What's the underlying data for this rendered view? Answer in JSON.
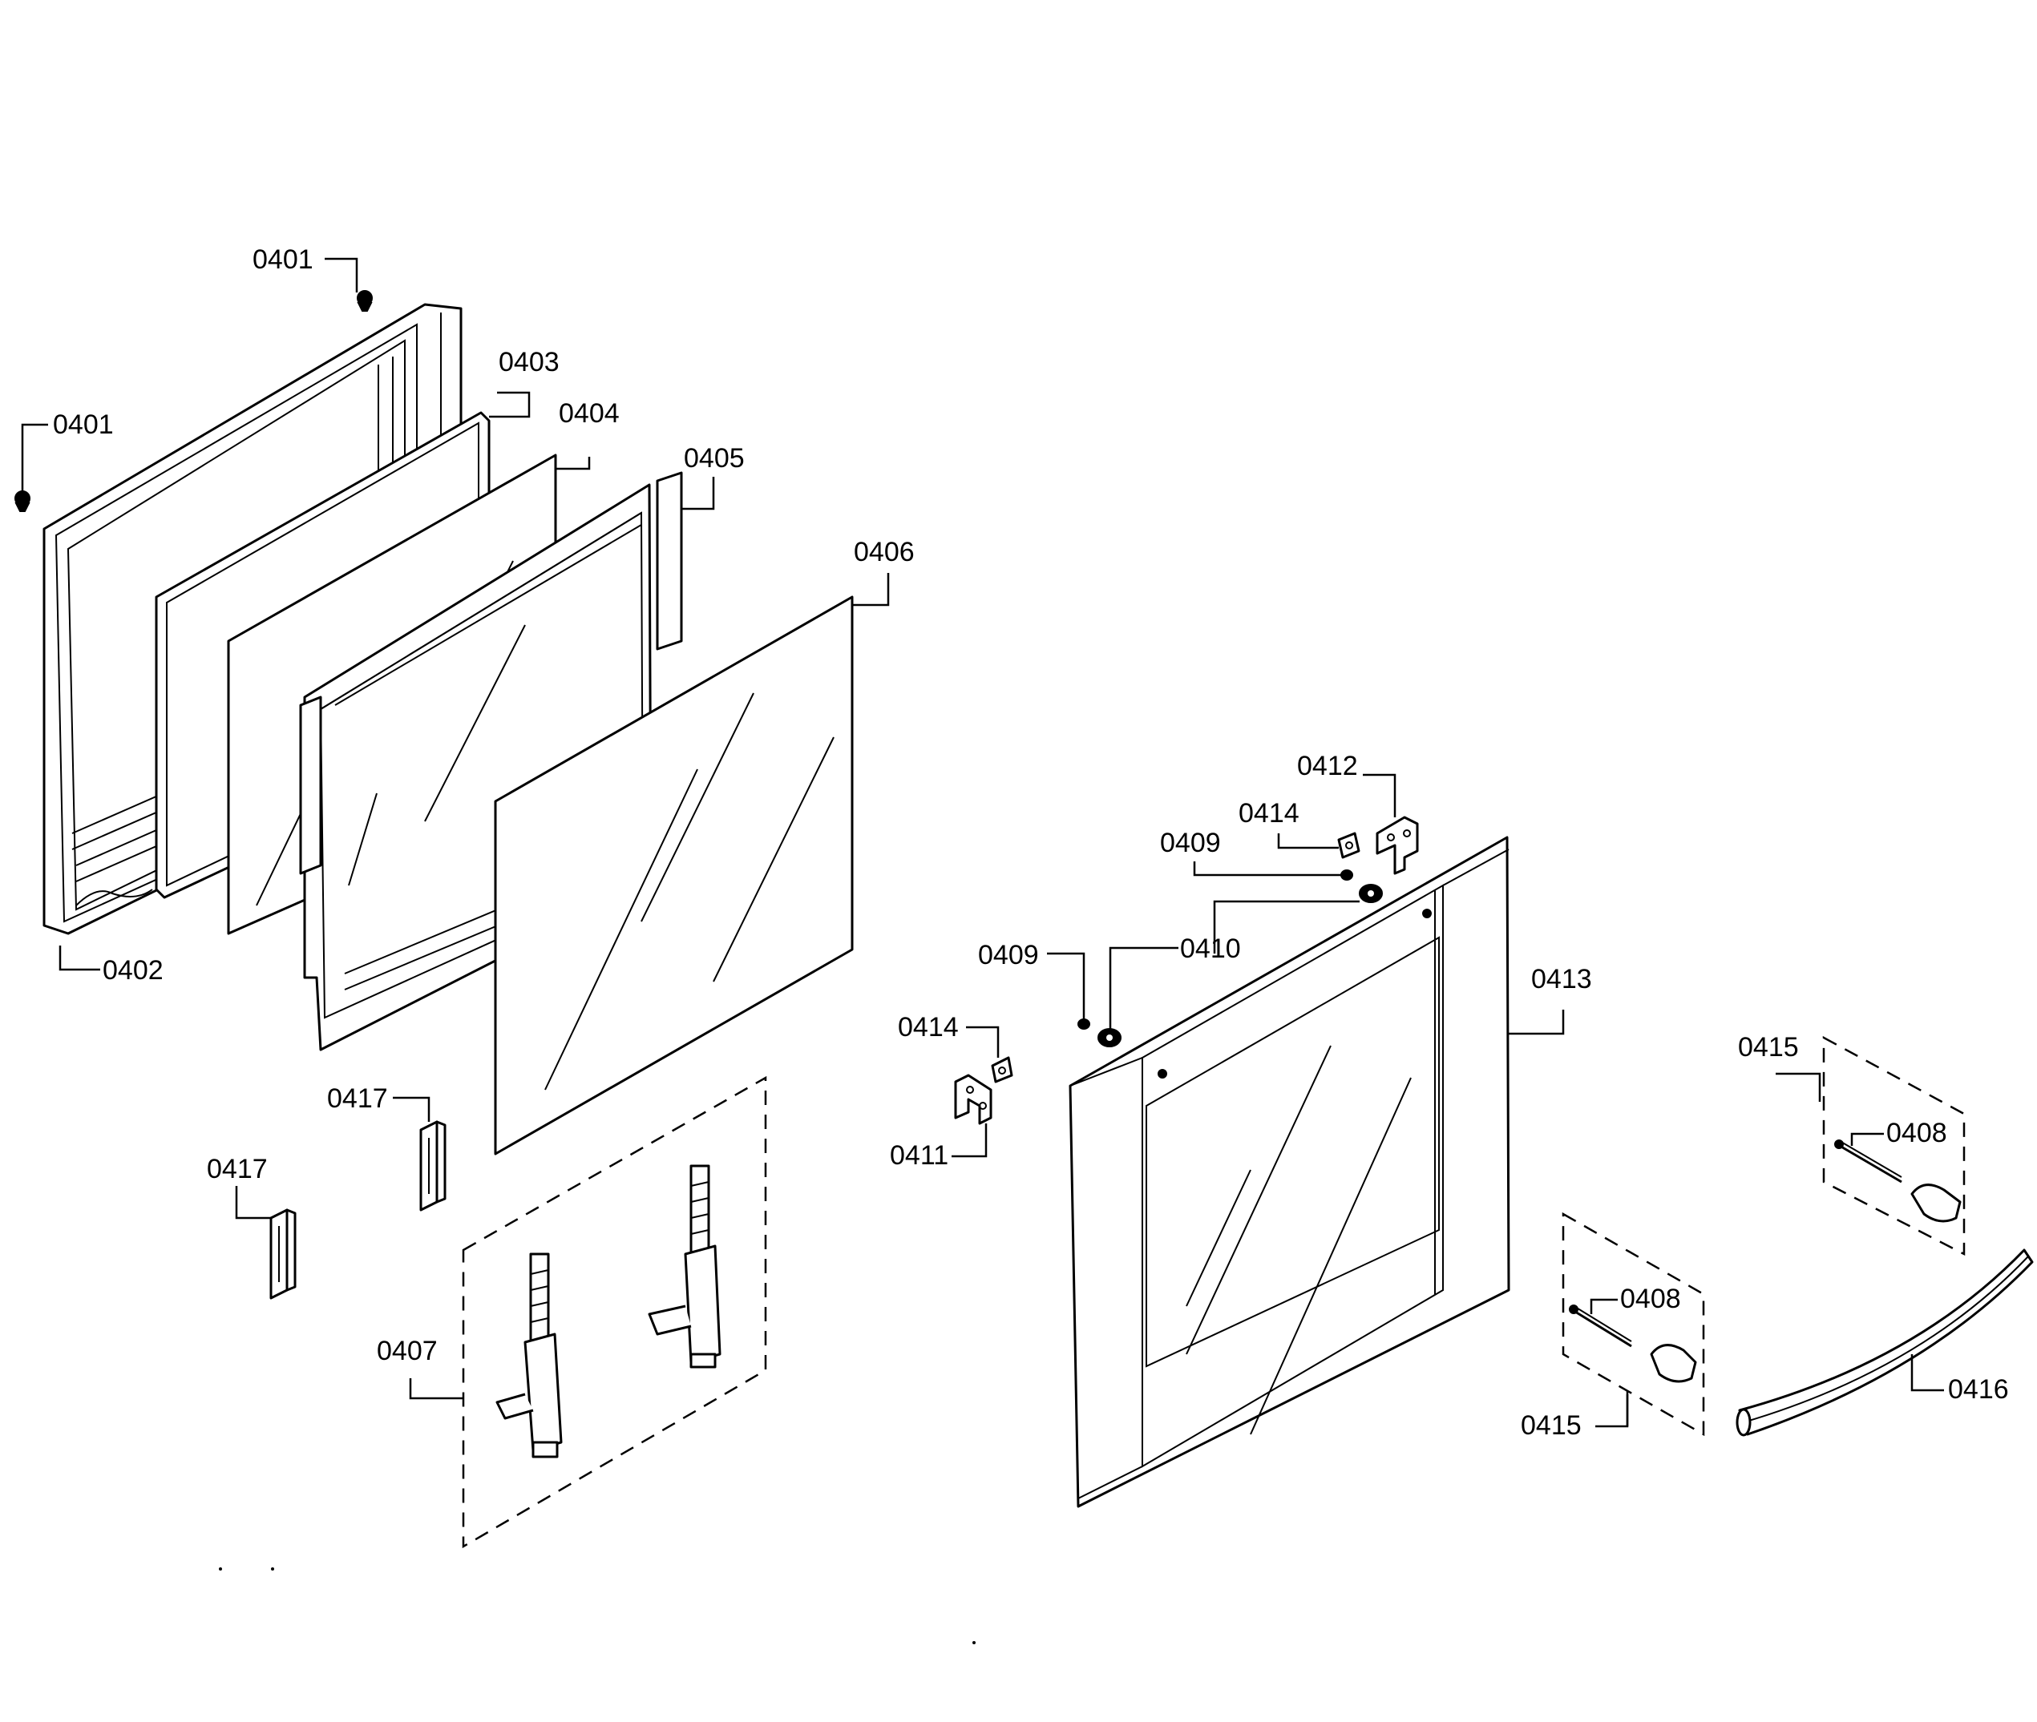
{
  "callouts": {
    "a01": "0401",
    "b01": "0401",
    "c02": "0402",
    "c03": "0403",
    "c04": "0404",
    "c05": "0405",
    "c06": "0406",
    "c07": "0407",
    "c08a": "0408",
    "c08b": "0408",
    "c09a": "0409",
    "c09b": "0409",
    "c10": "0410",
    "c11": "0411",
    "c12": "0412",
    "c13": "0413",
    "c14a": "0414",
    "c14b": "0414",
    "c15a": "0415",
    "c15b": "0415",
    "c16": "0416",
    "c17a": "0417",
    "c17b": "0417"
  }
}
